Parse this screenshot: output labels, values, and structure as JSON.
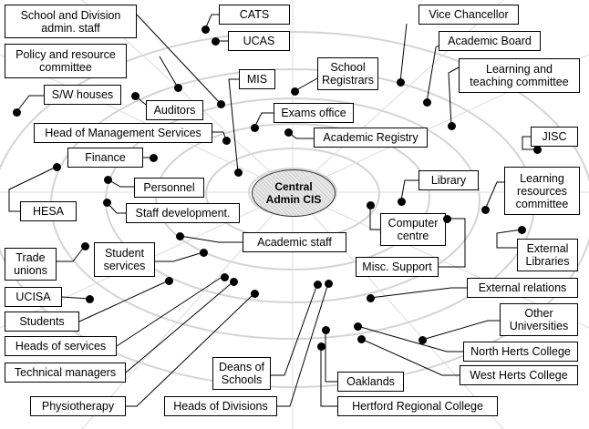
{
  "center": "Central\nAdmin CIS",
  "nodes": {
    "school_division_staff": "School and Division\nadmin. staff",
    "cats": "CATS",
    "ucas": "UCAS",
    "vice_chancellor": "Vice Chancellor",
    "academic_board": "Academic Board",
    "policy_committee": "Policy and resource\ncommittee",
    "learning_teaching": "Learning and\nteaching committee",
    "school_registrars": "School\nRegistrars",
    "mis": "MIS",
    "sw_houses": "S/W houses",
    "auditors": "Auditors",
    "exams_office": "Exams office",
    "head_management": "Head of Management Services",
    "academic_registry": "Academic Registry",
    "jisc": "JISC",
    "finance": "Finance",
    "learning_resources": "Learning\nresources\ncommittee",
    "personnel": "Personnel",
    "library": "Library",
    "hesa": "HESA",
    "staff_development": "Staff development.",
    "computer_centre": "Computer\ncentre",
    "academic_staff": "Academic staff",
    "trade_unions": "Trade\nunions",
    "student_services": "Student\nservices",
    "external_libraries": "External\nLibraries",
    "misc_support": "Misc. Support",
    "ucisa": "UCISA",
    "external_relations": "External relations",
    "students": "Students",
    "other_universities": "Other\nUniversities",
    "heads_services": "Heads of services",
    "north_herts": "North Herts College",
    "deans": "Deans of\nSchools",
    "technical_managers": "Technical managers",
    "west_herts": "West Herts College",
    "oaklands": "Oaklands",
    "physiotherapy": "Physiotherapy",
    "heads_divisions": "Heads of Divisions",
    "hertford_regional": "Hertford Regional College"
  }
}
